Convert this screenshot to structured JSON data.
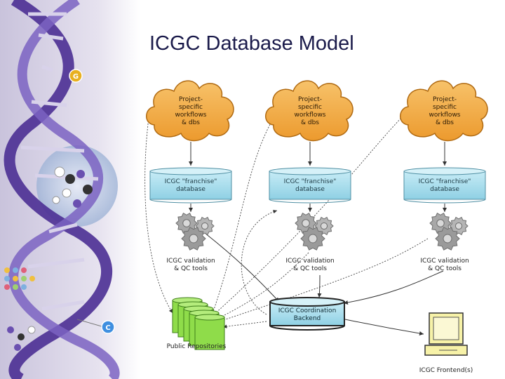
{
  "slide": {
    "title": "ICGC Database Model"
  },
  "diagram": {
    "columns": [
      {
        "cloud_lines": [
          "Project-",
          "specific",
          "workflows",
          "& dbs"
        ],
        "db_lines": [
          "ICGC \"franchise\"",
          "database"
        ],
        "tools_lines": [
          "ICGC validation",
          "& QC tools"
        ]
      },
      {
        "cloud_lines": [
          "Project-",
          "specific",
          "workflows",
          "& dbs"
        ],
        "db_lines": [
          "ICGC \"franchise\"",
          "database"
        ],
        "tools_lines": [
          "ICGC validation",
          "& QC tools"
        ]
      },
      {
        "cloud_lines": [
          "Project-",
          "specific",
          "workflows",
          "& dbs"
        ],
        "db_lines": [
          "ICGC \"franchise\"",
          "database"
        ],
        "tools_lines": [
          "ICGC validation",
          "& QC tools"
        ]
      }
    ],
    "backend_lines": [
      "ICGC Coordination",
      "Backend"
    ],
    "repositories_label": "Public Repositories",
    "frontend_label": "ICGC Frontend(s)",
    "dna_badges": [
      "G",
      "C"
    ]
  },
  "colors": {
    "cloud": "#f2a83f",
    "database": "#a9dceb",
    "gear": "#9c9c9c",
    "repository": "#8fdc4a",
    "dna_purple": "#5a3e9e",
    "title": "#1a1a4a"
  }
}
